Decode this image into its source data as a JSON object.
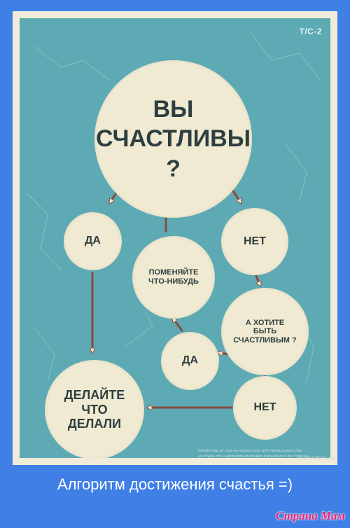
{
  "poster": {
    "tag": "T/C-2",
    "nodes": {
      "main": "ВЫ\nСЧАСТЛИВЫ ?",
      "yes1": "ДА",
      "no1": "НЕТ",
      "change": "ПОМЕНЯЙТЕ\nЧТО-НИБУДЬ",
      "want": "А ХОТИТЕ\nБЫТЬ\nСЧАСТЛИВЫМ ?",
      "yes2": "ДА",
      "do": "ДЕЛАЙТЕ\nЧТО\nДЕЛАЛИ",
      "no2": "НЕТ"
    },
    "credits": "PRESENTED BY HI34 IN ASSOCIATION WITH MEIKLEJOHN LABS\nAN FFHD9 COLLABORATION FEATURED EXCLUSIVELY ON TYPCUT"
  },
  "watermark": "motivators.ru",
  "caption": "Алгоритм достижения счастья =)",
  "logo": "Страна Мам",
  "colors": {
    "background": "#3f7fe6",
    "poster": "#5eaab4",
    "circle": "#f0ead2",
    "arrow": "#8b4a3c",
    "logo": "#e2247a"
  }
}
